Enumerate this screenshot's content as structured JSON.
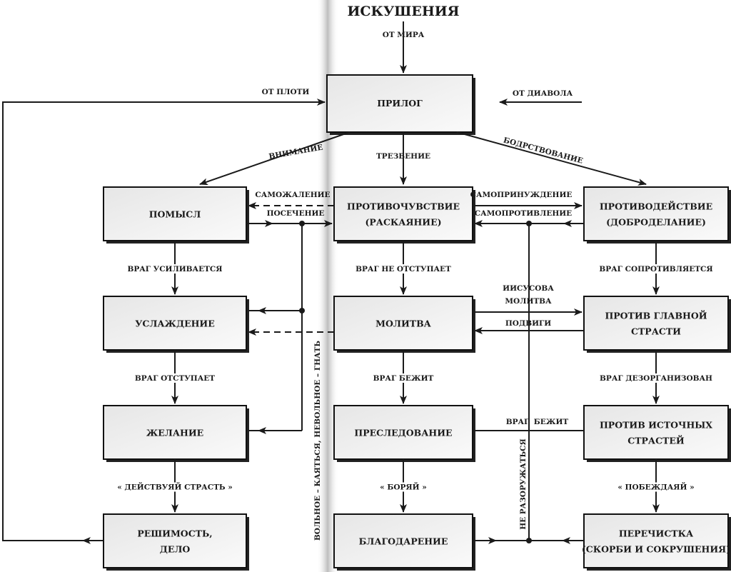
{
  "title": "ИСКУШЕНИЯ",
  "sources": {
    "world": "ОТ МИРА",
    "devil": "ОТ ДИАВОЛА",
    "flesh": "ОТ ПЛОТИ"
  },
  "center_top": {
    "label": "ПРИЛОГ"
  },
  "branches": {
    "left": "ВНИМАНИЕ",
    "center": "ТРЕЗВЕНИЕ",
    "right": "БОДРСТВОВАНИЕ"
  },
  "left_column": {
    "boxes": [
      [
        "ПОМЫСЛ"
      ],
      [
        "УСЛАЖДЕНИЕ"
      ],
      [
        "ЖЕЛАНИЕ"
      ],
      [
        "РЕШИМОСТЬ,",
        "ДЕЛО"
      ]
    ],
    "transitions": [
      "ВРАГ УСИЛИВАЕТСЯ",
      "ВРАГ ОТСТУПАЕТ",
      "« ДЕЙСТВУЯЙ СТРАСТЬ »"
    ]
  },
  "center_column": {
    "boxes": [
      [
        "ПРОТИВОЧУВСТВИЕ",
        "(РАСКАЯНИЕ)"
      ],
      [
        "МОЛИТВА"
      ],
      [
        "ПРЕСЛЕДОВАНИЕ"
      ],
      [
        "БЛАГОДАРЕНИЕ"
      ]
    ],
    "transitions": [
      "ВРАГ НЕ ОТСТУПАЕТ",
      "ВРАГ БЕЖИТ",
      "« БОРЯЙ »"
    ]
  },
  "right_column": {
    "boxes": [
      [
        "ПРОТИВОДЕЙСТВИЕ",
        "(ДОБРОДЕЛАНИЕ)"
      ],
      [
        "ПРОТИВ ГЛАВНОЙ",
        "СТРАСТИ"
      ],
      [
        "ПРОТИВ ИСТОЧНЫХ",
        "СТРАСТЕЙ"
      ],
      [
        "ПЕРЕЧИСТКА",
        "(СКОРБИ И СОКРУШЕНИЯ)"
      ]
    ],
    "transitions": [
      "ВРАГ СОПРОТИВЛЯЕТСЯ",
      "ВРАГ ДЕЗОРГАНИЗОВАН",
      "« ПОБЕЖДАЯЙ »"
    ]
  },
  "connectors": {
    "self_pity": "САМОЖАЛЕНИЕ",
    "cutting_off": "ПОСЕЧЕНИЕ",
    "self_compulsion": "САМОПРИНУЖДЕНИЕ",
    "self_resistance": "САМОПРОТИВЛЕНИЕ",
    "jesus_prayer": [
      "ИИСУСОВА",
      "МОЛИТВА"
    ],
    "feats": "ПОДВИГИ",
    "enemy_flees": [
      "ВРАГ",
      "БЕЖИТ"
    ],
    "vertical_left": "ВОЛЬНОЕ – КАЯТЬСЯ, НЕВОЛЬНОЕ – ГНАТЬ",
    "vertical_right": "НЕ РАЗОРУЖАТЬСЯ"
  }
}
